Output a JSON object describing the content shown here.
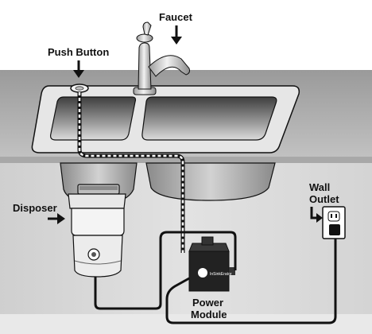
{
  "labels": {
    "faucet": "Faucet",
    "push_button": "Push Button",
    "disposer": "Disposer",
    "wall": "Wall",
    "outlet": "Outlet",
    "power": "Power",
    "module": "Module"
  },
  "module_brand": "InSinkErator",
  "colors": {
    "counter_top": "#8c8c8c",
    "counter_face": "#b9b9b9",
    "cabinet": "#d9d9d9",
    "basin_dark": "#5a5a5a",
    "basin_light": "#cfcfcf",
    "chrome": "#d6d6d6",
    "outline": "#111111"
  },
  "icons": [
    "arrow-down-icon",
    "arrow-right-icon",
    "arrow-bent-icon",
    "plug-icon"
  ]
}
